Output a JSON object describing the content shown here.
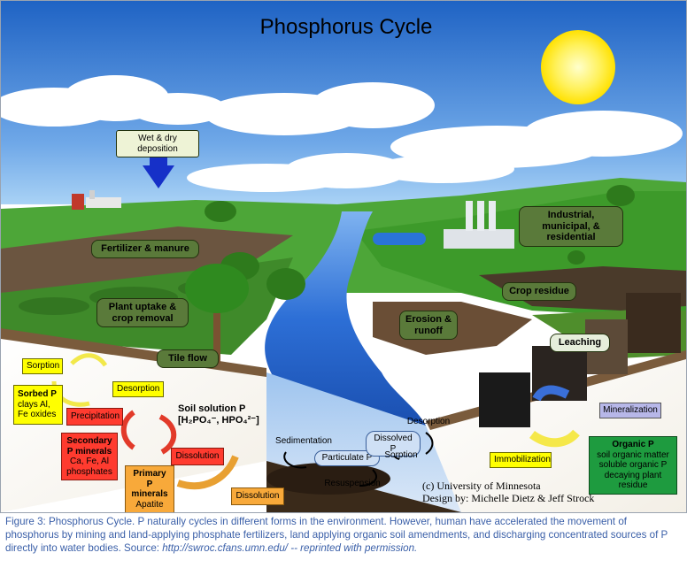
{
  "title": "Phosphorus Cycle",
  "labels": {
    "deposition": "Wet & dry deposition",
    "fertilizer": "Fertilizer & manure",
    "industrial": "Industrial, municipal, & residential",
    "plant_uptake": "Plant uptake & crop removal",
    "crop_residue": "Crop residue",
    "erosion": "Erosion & runoff",
    "tile_flow": "Tile flow",
    "leaching": "Leaching",
    "sorption": "Sorption",
    "desorption": "Desorption",
    "sorbed_p_title": "Sorbed P",
    "sorbed_p_body": "clays Al, Fe oxides",
    "precipitation": "Precipitation",
    "soil_solution_title": "Soil solution P",
    "soil_solution_formula": "[H₂PO₄⁻, HPO₄²⁻]",
    "secondary_title": "Secondary P minerals",
    "secondary_body": "Ca, Fe, Al phosphates",
    "dissolution_1": "Dissolution",
    "primary_title": "Primary P minerals",
    "primary_body": "Apatite",
    "dissolution_2": "Dissolution",
    "sedimentation": "Sedimentation",
    "particulate_p": "Particulate P",
    "resuspension": "Resuspension",
    "dissolved_p": "Dissolved P",
    "desorption_water": "Desorption",
    "sorption_water": "Sorption",
    "mineralization": "Mineralization",
    "immobilization": "Immobilization",
    "organic_p_title": "Organic P",
    "organic_p_body": "soil organic matter soluble organic P decaying plant residue",
    "credit_1": "(c) University of Minnesota",
    "credit_2": "Design by: Michelle Dietz & Jeff Strock"
  },
  "caption": {
    "text": "Figure 3:  Phosphorus Cycle.  P naturally cycles in different forms in the environment.  However, human have accelerated the movement of phosphorus by mining and land-applying phosphate fertilizers, land applying organic soil amendments, and discharging concentrated sources of P directly into water bodies. Source: ",
    "source": "http://swroc.cfans.umn.edu/ -- reprinted with permission."
  },
  "colors": {
    "sky_top": "#1f63c4",
    "sky_bottom": "#8fc4f0",
    "grass": "#3f9b2a",
    "river": "#2d6fd6",
    "soil": "#7a5b3c",
    "arrow_blue": "#1630c8",
    "caption": "#3a5fa8"
  },
  "icons": [
    "sun-icon",
    "cloud-icon",
    "rain-arrow-icon",
    "factory-icon",
    "farm-icon",
    "tree-icon"
  ]
}
